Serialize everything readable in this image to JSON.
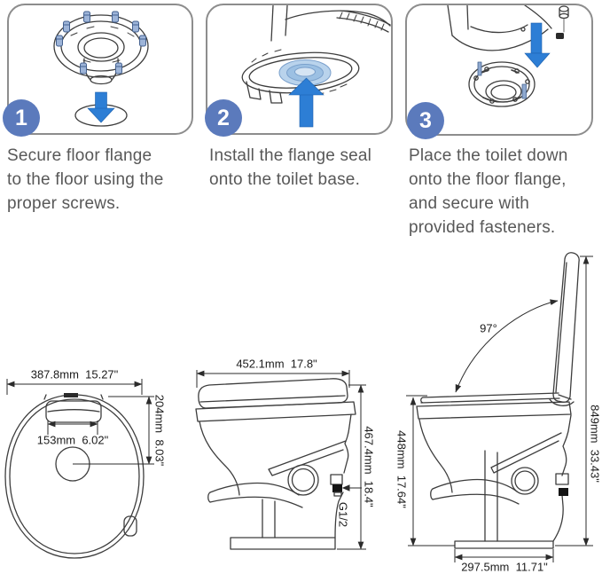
{
  "colors": {
    "accent_blue": "#2d7ed5",
    "badge_blue": "#5b7abc",
    "seal_blue": "#b9d3ec",
    "panel_border": "#8d8d8d",
    "caption_gray": "#585858",
    "line_art": "#3d3d3d"
  },
  "steps": [
    {
      "number": "1",
      "caption": "Secure floor flange\nto the floor using the\nproper screws.",
      "illustration": "floor flange with screws and down arrow into floor opening"
    },
    {
      "number": "2",
      "caption": "Install the flange seal\nonto the toilet base.",
      "illustration": "inverted toilet base with blue flange seal and up arrow"
    },
    {
      "number": "3",
      "caption": "Place the toilet down\nonto the floor flange,\nand secure with\nprovided fasteners.",
      "illustration": "toilet lowered onto floor flange with fastener"
    }
  ],
  "dimensions": {
    "top_view": {
      "width": "387.8mm  15.27\"",
      "depth_to_bolt_center": "204mm  8.03\"",
      "bolt_spacing": "153mm  6.02\""
    },
    "front_view": {
      "width": "452.1mm  17.8\"",
      "height": "467.4mm  18.4\"",
      "water_inlet": "G1/2"
    },
    "side_view": {
      "lid_open_angle": "97°",
      "height_lid_open": "849mm  33.43\"",
      "seat_height": "448mm  17.64\"",
      "base_depth": "297.5mm  11.71\""
    }
  }
}
